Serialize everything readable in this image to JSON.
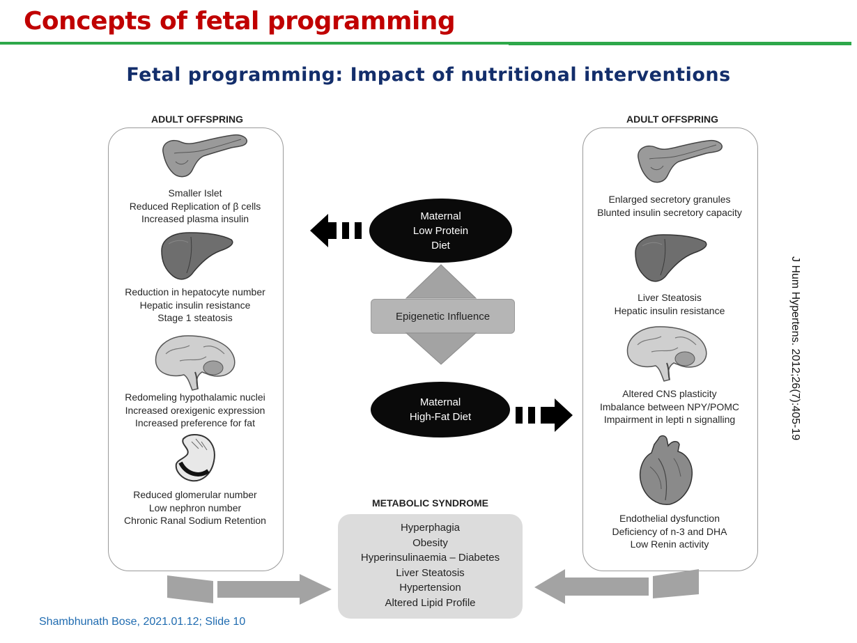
{
  "slide": {
    "title": "Concepts of fetal programming",
    "subtitle": "Fetal programming: Impact of nutritional interventions",
    "footer": "Shambhunath Bose, 2021.01.12; Slide 10",
    "citation": "J Hum Hypertens. 2012;26(7):405-19"
  },
  "left_panel": {
    "heading": "ADULT OFFSPRING",
    "organs": [
      {
        "icon": "pancreas-icon",
        "lines": [
          "Smaller Islet",
          "Reduced Replication of β cells",
          "Increased plasma insulin"
        ]
      },
      {
        "icon": "liver-icon",
        "lines": [
          "Reduction in hepatocyte number",
          "Hepatic insulin resistance",
          "Stage 1 steatosis"
        ]
      },
      {
        "icon": "brain-icon",
        "lines": [
          "Redomeling hypothalamic nuclei",
          "Increased orexigenic expression",
          "Increased preference for fat"
        ]
      },
      {
        "icon": "kidney-icon",
        "lines": [
          "Reduced glomerular number",
          "Low nephron number",
          "Chronic Ranal Sodium Retention"
        ]
      }
    ]
  },
  "right_panel": {
    "heading": "ADULT OFFSPRING",
    "organs": [
      {
        "icon": "pancreas-icon",
        "lines": [
          "Enlarged secretory granules",
          "Blunted insulin secretory capacity"
        ]
      },
      {
        "icon": "liver-icon",
        "lines": [
          "Liver Steatosis",
          "Hepatic insulin resistance"
        ]
      },
      {
        "icon": "brain-icon",
        "lines": [
          "Altered CNS plasticity",
          "Imbalance between NPY/POMC",
          "Impairment in lepti n signalling"
        ]
      },
      {
        "icon": "heart-icon",
        "lines": [
          "Endothelial dysfunction",
          "Deficiency of n-3 and DHA",
          "Low Renin activity"
        ]
      }
    ]
  },
  "center": {
    "low_protein": [
      "Maternal",
      "Low Protein",
      "Diet"
    ],
    "epigenetic": "Epigenetic Influence",
    "high_fat": [
      "Maternal",
      "High-Fat Diet"
    ]
  },
  "metabolic": {
    "heading": "METABOLIC SYNDROME",
    "items": [
      "Hyperphagia",
      "Obesity",
      "Hyperinsulinaemia – Diabetes",
      "Liver Steatosis",
      "Hypertension",
      "Altered Lipid Profile"
    ]
  },
  "colors": {
    "title": "#c00000",
    "subtitle": "#132e6b",
    "rule": "#2ea84a",
    "footer": "#1f6bb0"
  }
}
